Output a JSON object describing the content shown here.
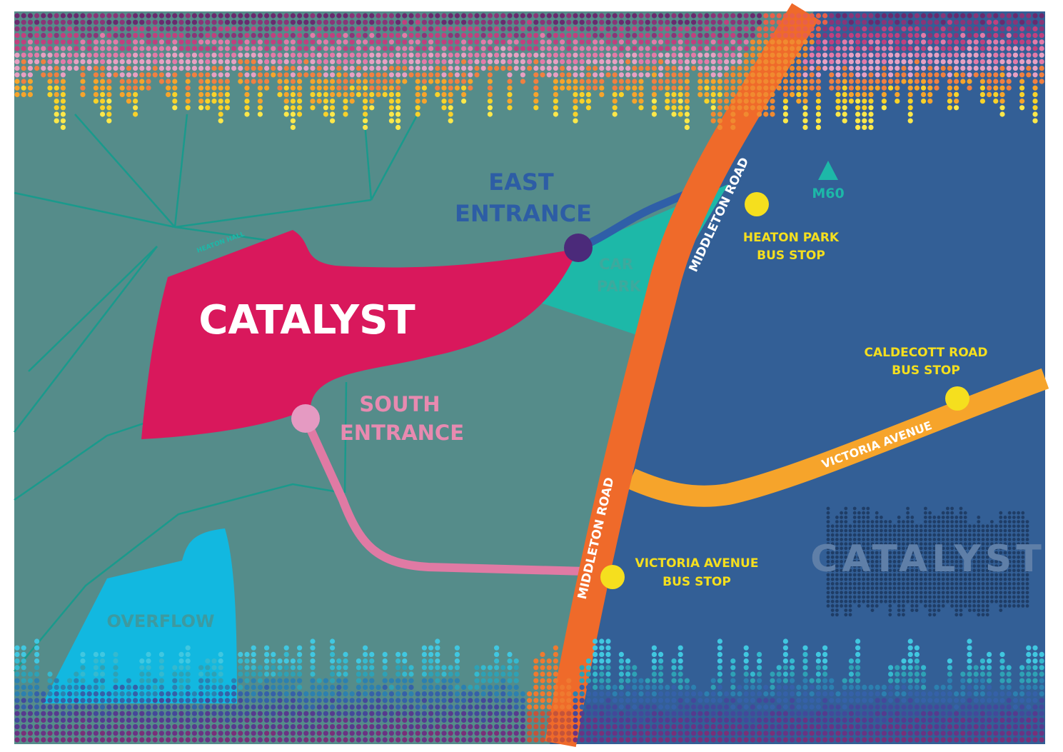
{
  "map": {
    "title": "CATALYST",
    "watermark": "CATALYST",
    "labels": {
      "east_entrance_line1": "EAST",
      "east_entrance_line2": "ENTRANCE",
      "south_entrance_line1": "SOUTH",
      "south_entrance_line2": "ENTRANCE",
      "car_park_line1": "CAR",
      "car_park_line2": "PARK",
      "heaton_hall": "HEATON HALL",
      "overflow": "OVERFLOW",
      "middleton_road_upper": "MIDDLETON ROAD",
      "middleton_road_lower": "MIDDLETON ROAD",
      "victoria_avenue": "VICTORIA AVENUE",
      "m60": "M60"
    },
    "bus_stops": [
      {
        "line1": "HEATON PARK",
        "line2": "BUS STOP"
      },
      {
        "line1": "CALDECOTT ROAD",
        "line2": "BUS STOP"
      },
      {
        "line1": "VICTORIA AVENUE",
        "line2": "BUS STOP"
      }
    ],
    "colors": {
      "park_green": "#558c8a",
      "urban_blue": "#335f96",
      "catalyst_pink": "#d9185c",
      "middleton_road": "#ef6a2a",
      "victoria_avenue": "#f6a42b",
      "east_path": "#2f5fa8",
      "south_path": "#e07aa4",
      "car_park": "#1db8a8",
      "overflow": "#12b8e0",
      "bus_stop": "#f5df1e",
      "east_dot": "#4b2a7a",
      "south_dot": "#e59ac2",
      "park_paths": "#1a9a8c",
      "label_blue": "#2d5da5",
      "label_pink": "#e78ab0",
      "label_teal": "#1db8a8",
      "label_yellow": "#f5df1e",
      "white": "#ffffff"
    }
  }
}
